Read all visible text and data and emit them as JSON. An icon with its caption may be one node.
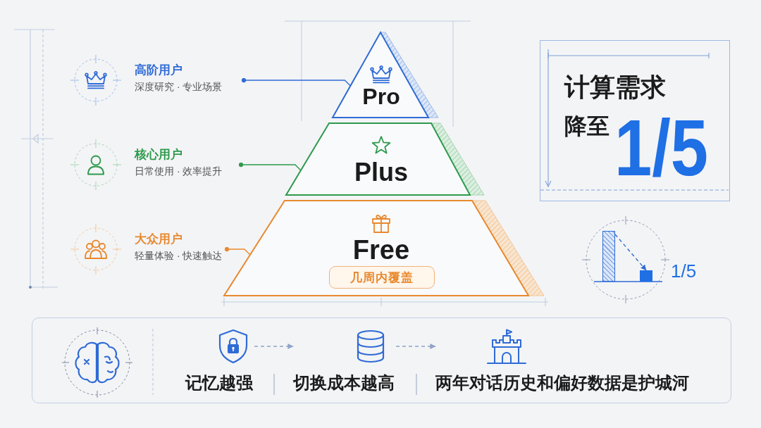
{
  "diagram": {
    "nodes": [
      {
        "text": [
          "高阶用户",
          "深度研究 · 专业场景"
        ]
      },
      {
        "text": [
          "核心用户",
          "日常使用 · 效率提升"
        ]
      },
      {
        "text": [
          "大众用户",
          "轻量体验 · 快速触达"
        ]
      },
      {
        "text": [
          "Pro"
        ]
      },
      {
        "text": [
          "Plus"
        ]
      },
      {
        "text": [
          "Free"
        ]
      },
      {
        "text": [
          "几周内覆盖"
        ],
        "in": 5
      },
      {
        "text": [
          "计算需求",
          "降至",
          "1/5"
        ]
      },
      {
        "text": [],
        "shape": "bar"
      },
      {
        "text": [],
        "shape": "box",
        "beside": [
          "1/5"
        ]
      },
      {
        "text": [],
        "shape": "box"
      },
      {
        "text": [
          "记忆越强"
        ],
        "in": 10
      },
      {
        "text": [
          "切换成本越高"
        ],
        "in": 10
      },
      {
        "text": [
          "两年对话历史和偏好数据是护城河"
        ],
        "in": 10
      }
    ],
    "edges": [
      {
        "from": 0,
        "to": 3,
        "arrow": "other",
        "color": "#2f6bd6"
      },
      {
        "from": 1,
        "to": 4,
        "arrow": "other",
        "color": "#2e9a4c"
      },
      {
        "from": 2,
        "to": 5,
        "arrow": "other",
        "color": "#e8892e"
      },
      {
        "from": 8,
        "to": 9,
        "arrow": "to",
        "style": "dashed",
        "color": "#2f6bd6"
      },
      {
        "from": 11,
        "to": 12,
        "arrow": "to",
        "style": "dashed",
        "color": "#8fa3c6"
      },
      {
        "from": 12,
        "to": 13,
        "arrow": "to",
        "style": "dashed",
        "color": "#8fa3c6"
      }
    ]
  }
}
